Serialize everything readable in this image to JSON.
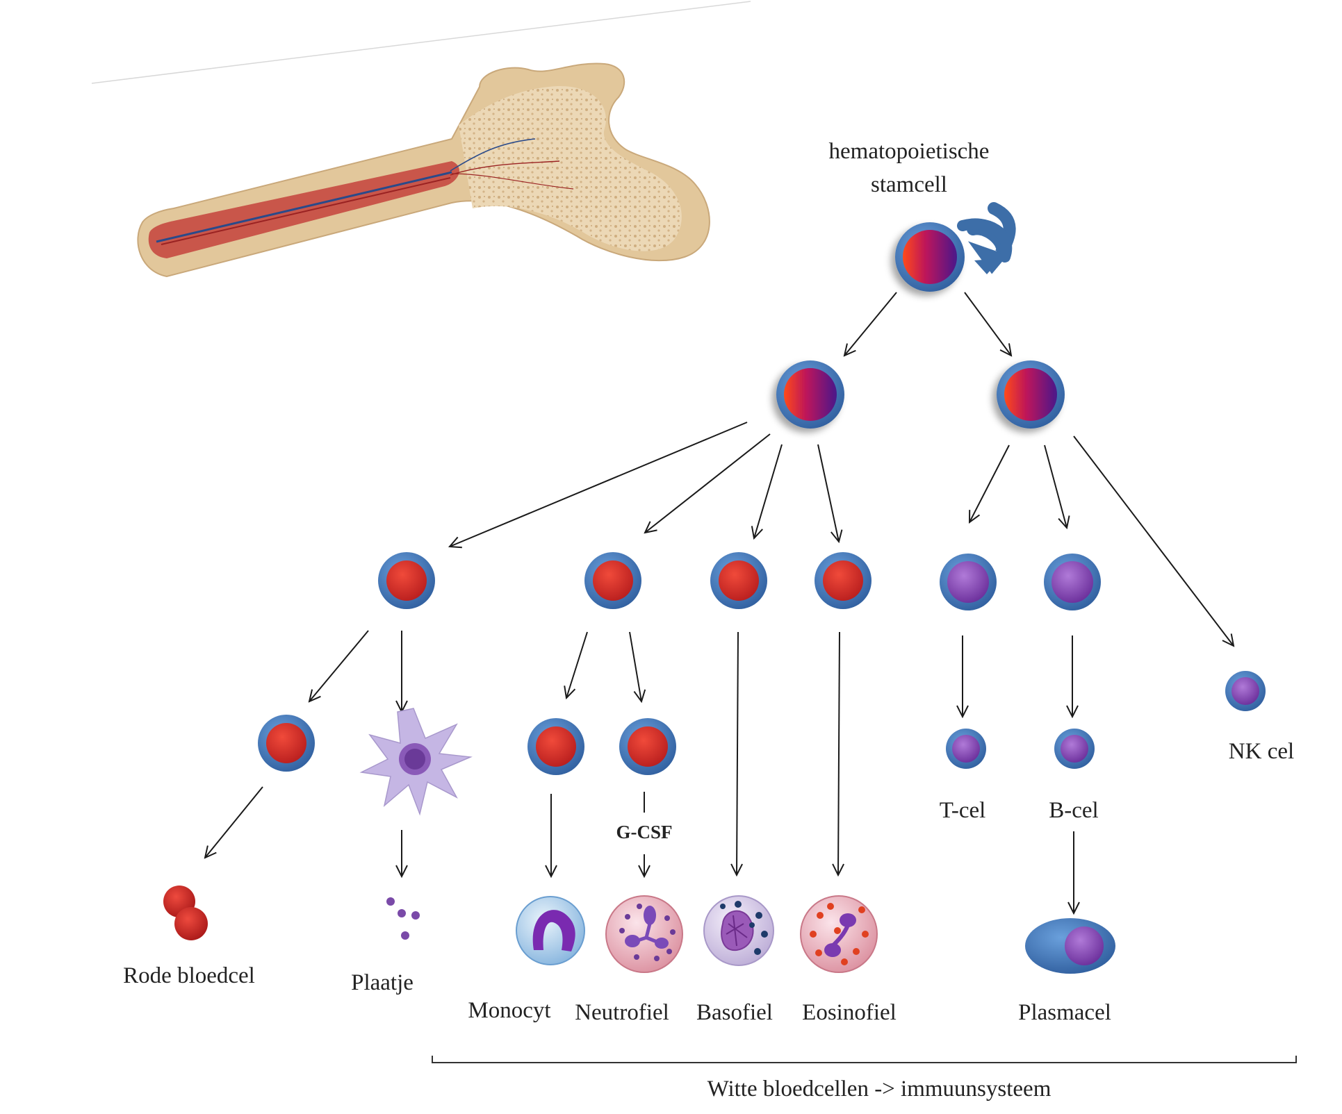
{
  "labels": {
    "stem_line1": "hematopoietische",
    "stem_line2": "stamcell",
    "gcsf": "G-CSF",
    "t_cell": "T-cel",
    "b_cell": "B-cel",
    "nk_cell": "NK cel",
    "red_blood_cell": "Rode bloedcel",
    "platelet": "Plaatje",
    "monocyte": "Monocyt",
    "neutrophil": "Neutrofiel",
    "basophil": "Basofiel",
    "eosinophil": "Eosinofiel",
    "plasma_cell": "Plasmacel",
    "white_cells_bracket": "Witte bloedcellen -> immuunsysteem"
  },
  "colors": {
    "cell_membrane": "#3a6fb0",
    "myeloid_nucleus": "#d4302a",
    "lymphoid_nucleus": "#8a4db0",
    "stem_gradient_start": "#ff3a1a",
    "stem_gradient_end": "#5a1a9a",
    "bone": "#e8d2ae",
    "marrow": "#c7554a",
    "self_renewal_arrow": "#3d6ea8"
  },
  "icons": [
    "bone-icon",
    "self-renewal-arrow-icon"
  ]
}
